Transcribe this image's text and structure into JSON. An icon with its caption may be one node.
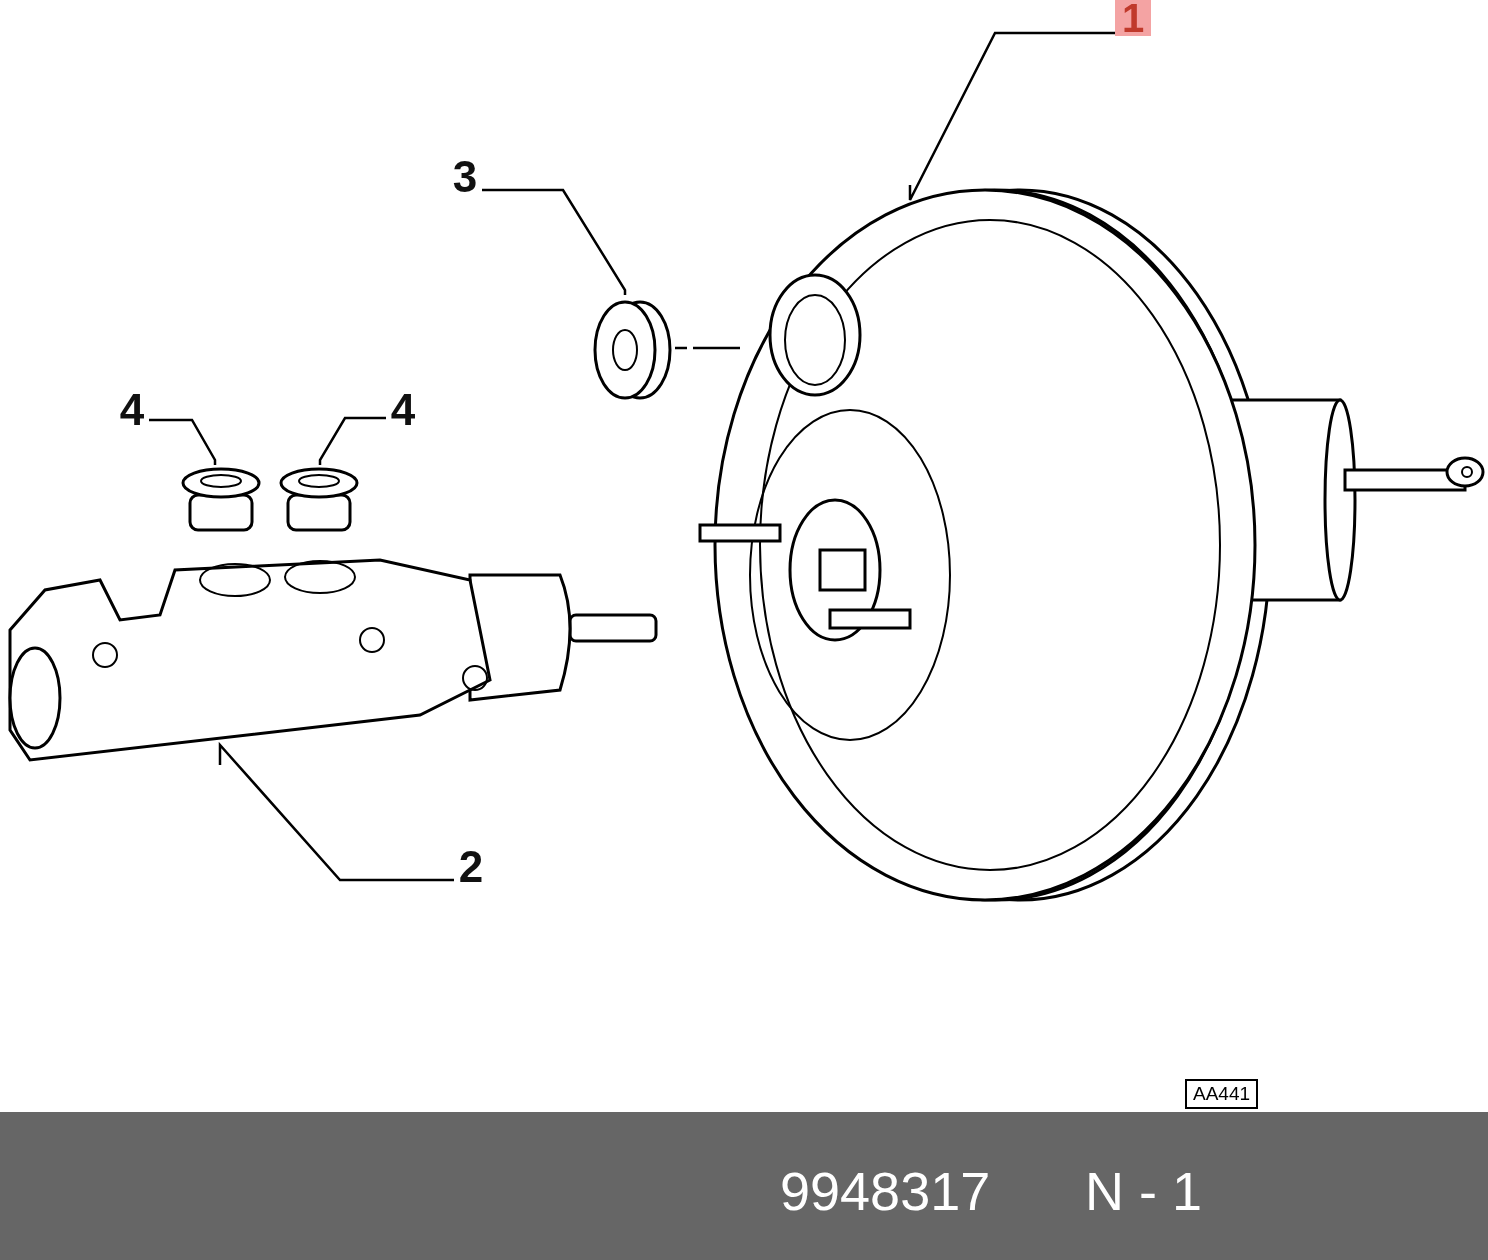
{
  "diagram": {
    "nodes": [
      {
        "text": [
          "1"
        ]
      },
      {
        "text": [
          "3"
        ]
      },
      {
        "text": [
          "4"
        ]
      },
      {
        "text": [
          "4"
        ]
      },
      {
        "text": [
          "2"
        ]
      },
      {
        "text": [],
        "shape": "picture"
      },
      {
        "text": [],
        "shape": "picture"
      },
      {
        "text": [],
        "shape": "picture"
      },
      {
        "text": [],
        "shape": "picture"
      },
      {
        "text": [],
        "shape": "picture"
      }
    ],
    "edges": [
      {
        "from": 0,
        "to": 5,
        "arrow": "none"
      },
      {
        "from": 1,
        "to": 6,
        "arrow": "none"
      },
      {
        "from": 2,
        "to": 7,
        "arrow": "none"
      },
      {
        "from": 3,
        "to": 8,
        "arrow": "none"
      },
      {
        "from": 4,
        "to": 9,
        "arrow": "none"
      },
      {
        "from": 6,
        "to": 5,
        "arrow": "none",
        "style": "dashed"
      }
    ],
    "labels": [
      "AA441",
      "9948317",
      "N - 1"
    ]
  }
}
